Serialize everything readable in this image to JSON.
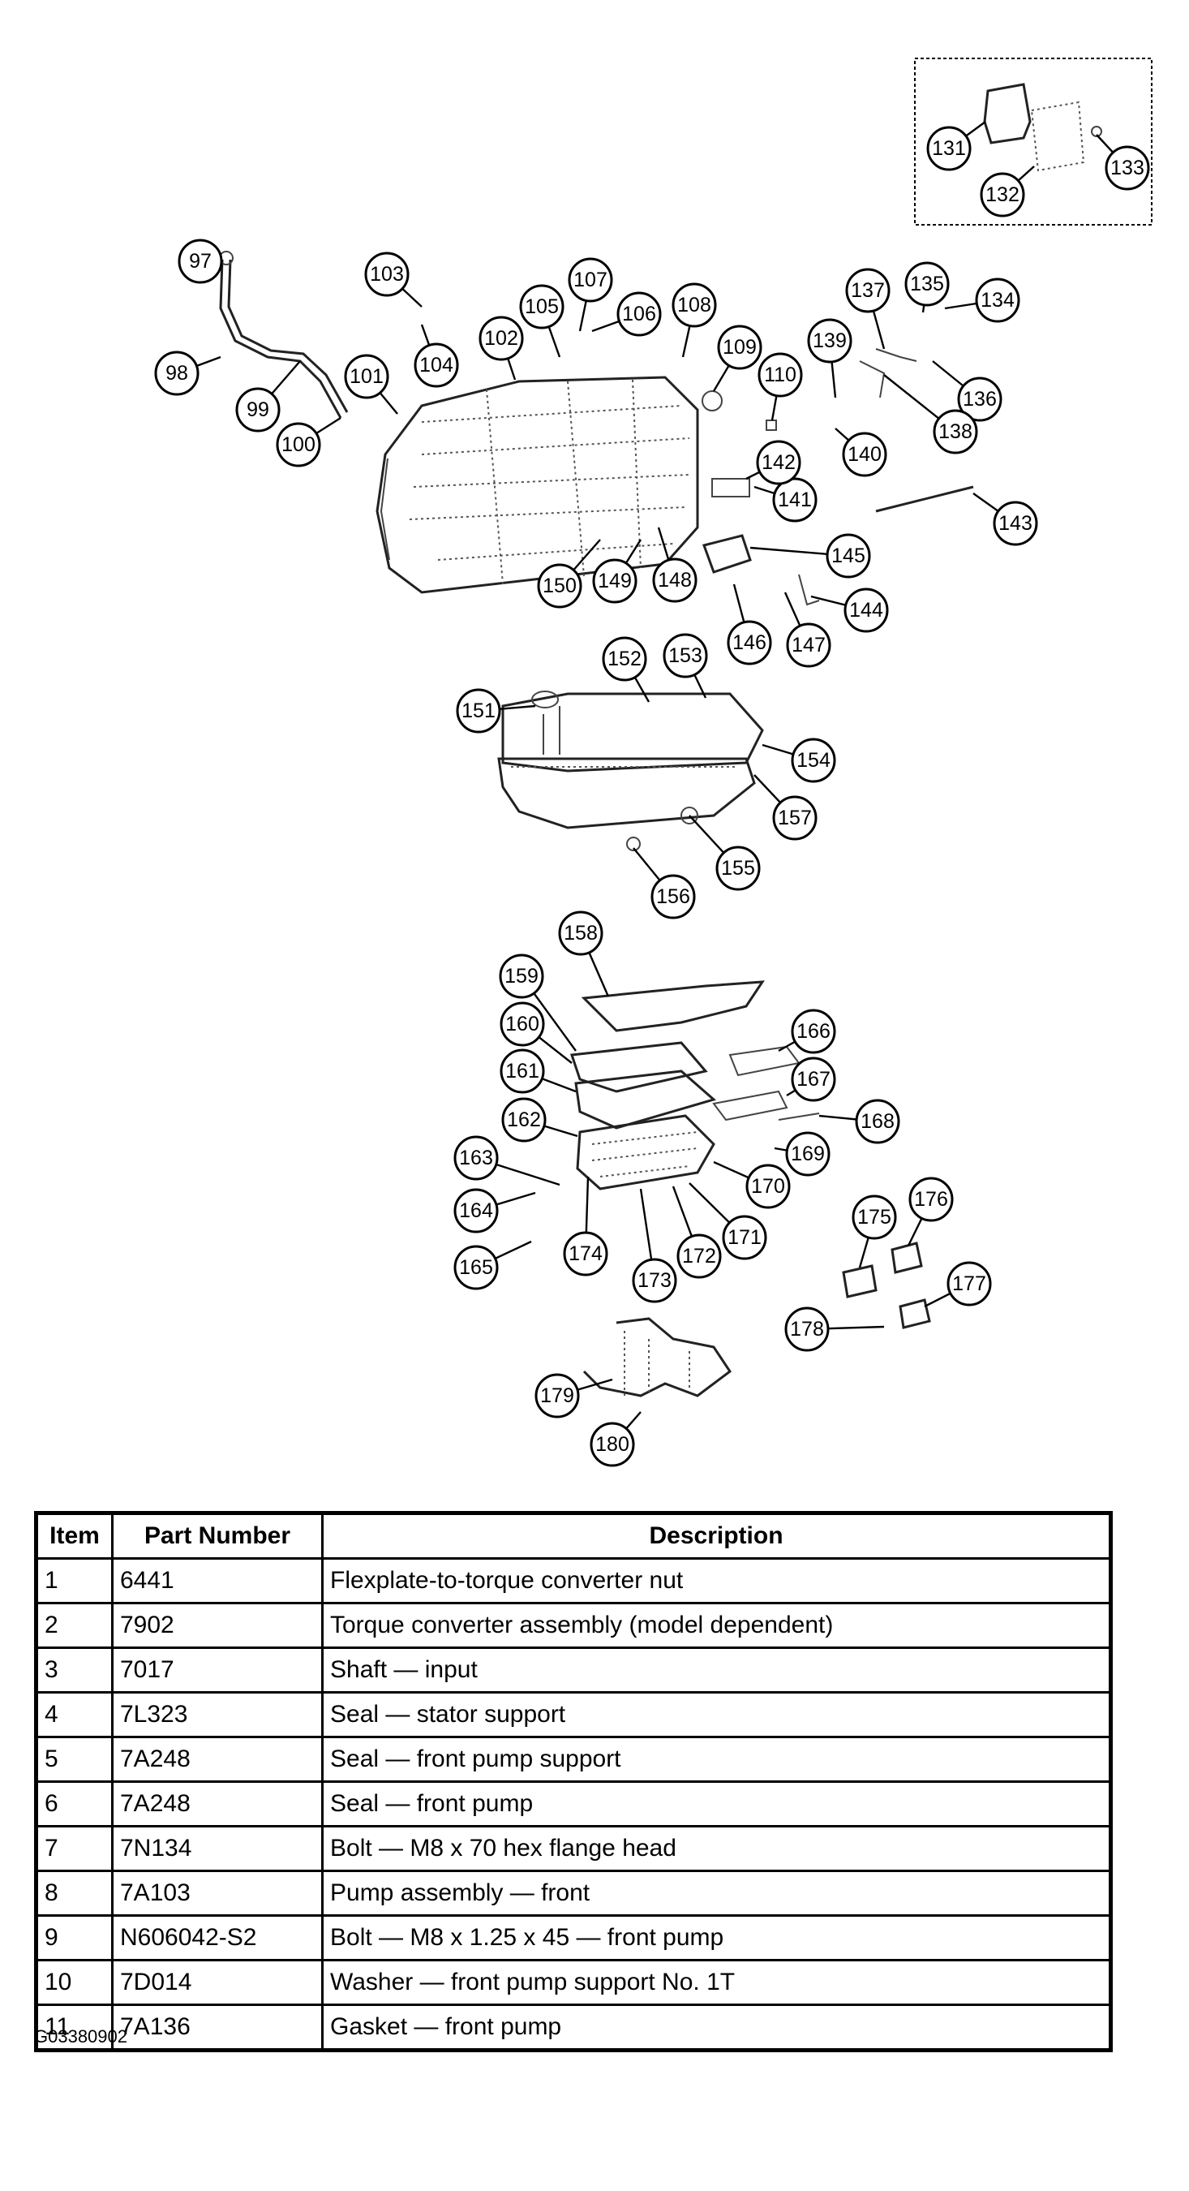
{
  "callouts": [
    "97",
    "98",
    "99",
    "100",
    "101",
    "102",
    "103",
    "104",
    "105",
    "106",
    "107",
    "108",
    "109",
    "110",
    "131",
    "132",
    "133",
    "134",
    "135",
    "136",
    "137",
    "138",
    "139",
    "140",
    "141",
    "142",
    "143",
    "144",
    "145",
    "146",
    "147",
    "148",
    "149",
    "150",
    "151",
    "152",
    "153",
    "154",
    "155",
    "156",
    "157",
    "158",
    "159",
    "160",
    "161",
    "162",
    "163",
    "164",
    "165",
    "166",
    "167",
    "168",
    "169",
    "170",
    "171",
    "172",
    "173",
    "174",
    "175",
    "176",
    "177",
    "178",
    "179",
    "180"
  ],
  "table": {
    "headers": [
      "Item",
      "Part Number",
      "Description"
    ],
    "rows": [
      {
        "item": "1",
        "part": "6441",
        "desc": "Flexplate-to-torque converter nut"
      },
      {
        "item": "2",
        "part": "7902",
        "desc": "Torque converter assembly (model dependent)"
      },
      {
        "item": "3",
        "part": "7017",
        "desc": "Shaft — input"
      },
      {
        "item": "4",
        "part": "7L323",
        "desc": "Seal — stator support"
      },
      {
        "item": "5",
        "part": "7A248",
        "desc": "Seal — front pump support"
      },
      {
        "item": "6",
        "part": "7A248",
        "desc": "Seal — front pump"
      },
      {
        "item": "7",
        "part": "7N134",
        "desc": "Bolt — M8 x 70 hex flange head"
      },
      {
        "item": "8",
        "part": "7A103",
        "desc": "Pump assembly — front"
      },
      {
        "item": "9",
        "part": "N606042-S2",
        "desc": "Bolt — M8 x 1.25 x 45 — front pump"
      },
      {
        "item": "10",
        "part": "7D014",
        "desc": "Washer — front pump support No. 1T"
      },
      {
        "item": "11",
        "part": "7A136",
        "desc": "Gasket — front pump"
      }
    ]
  },
  "figure_id": "G03380902"
}
